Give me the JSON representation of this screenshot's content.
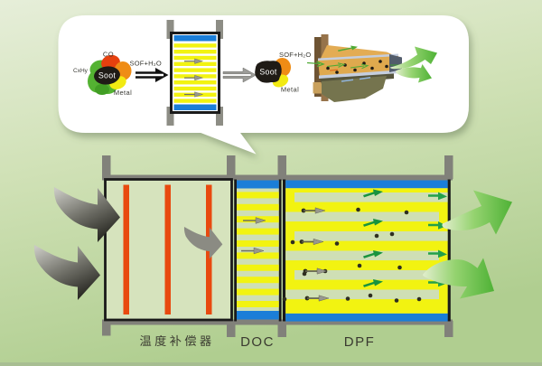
{
  "diagram_type": "diesel-exhaust-aftertreatment-schematic",
  "callout": {
    "reaction_before": {
      "soot_label": "Soot",
      "co_label": "CO",
      "hydrocarbon_label": "CxHy",
      "sof_label": "SOF+H₂O",
      "metal_label": "Metal"
    },
    "reaction_after": {
      "soot_label": "Soot",
      "sof_label": "SOF+H₂O",
      "metal_label": "Metal"
    }
  },
  "main": {
    "sections": [
      {
        "id": "compensator",
        "label": "温度补偿器"
      },
      {
        "id": "doc",
        "label": "DOC"
      },
      {
        "id": "dpf",
        "label": "DPF"
      }
    ]
  },
  "colors": {
    "background_top": "#e6eed9",
    "background_bottom": "#b0ce90",
    "substrate_yellow": "#f2f311",
    "mat_blue": "#1b7ed8",
    "heater_orange": "#e8490f",
    "bracket_gray": "#81817a",
    "flow_green": "#57b439",
    "inlet_gray_dark": "#2c2c26",
    "soot_black": "#1f1b16",
    "blob_green": "#54b232",
    "blob_red": "#e6400e",
    "blob_orange": "#ef8c15",
    "blob_yellow": "#f2ea12"
  }
}
